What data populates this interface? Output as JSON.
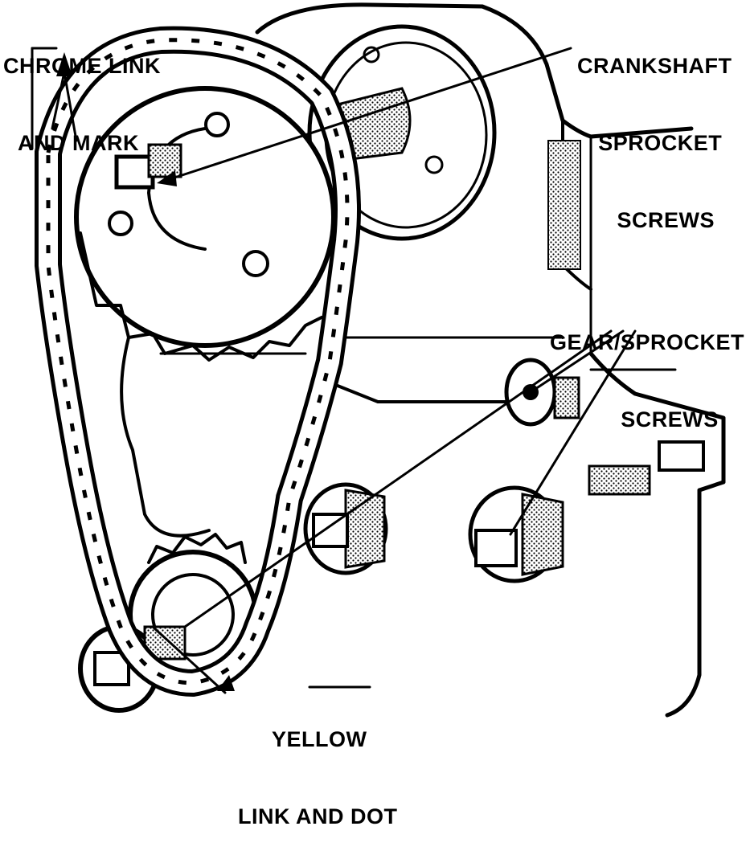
{
  "callouts": {
    "chrome": {
      "line1": "CHROME LINK",
      "line2": "AND MARK"
    },
    "crankshaft": {
      "line1": "CRANKSHAFT",
      "line2": "SPROCKET",
      "line3": "SCREWS"
    },
    "gear": {
      "line1": "GEAR/SPROCKET",
      "line2": "SCREWS"
    },
    "yellow": {
      "line1": "YELLOW",
      "line2": "LINK AND DOT"
    }
  },
  "colors": {
    "ink": "#000000",
    "paper": "#ffffff",
    "shade": "#9a9a9a"
  }
}
